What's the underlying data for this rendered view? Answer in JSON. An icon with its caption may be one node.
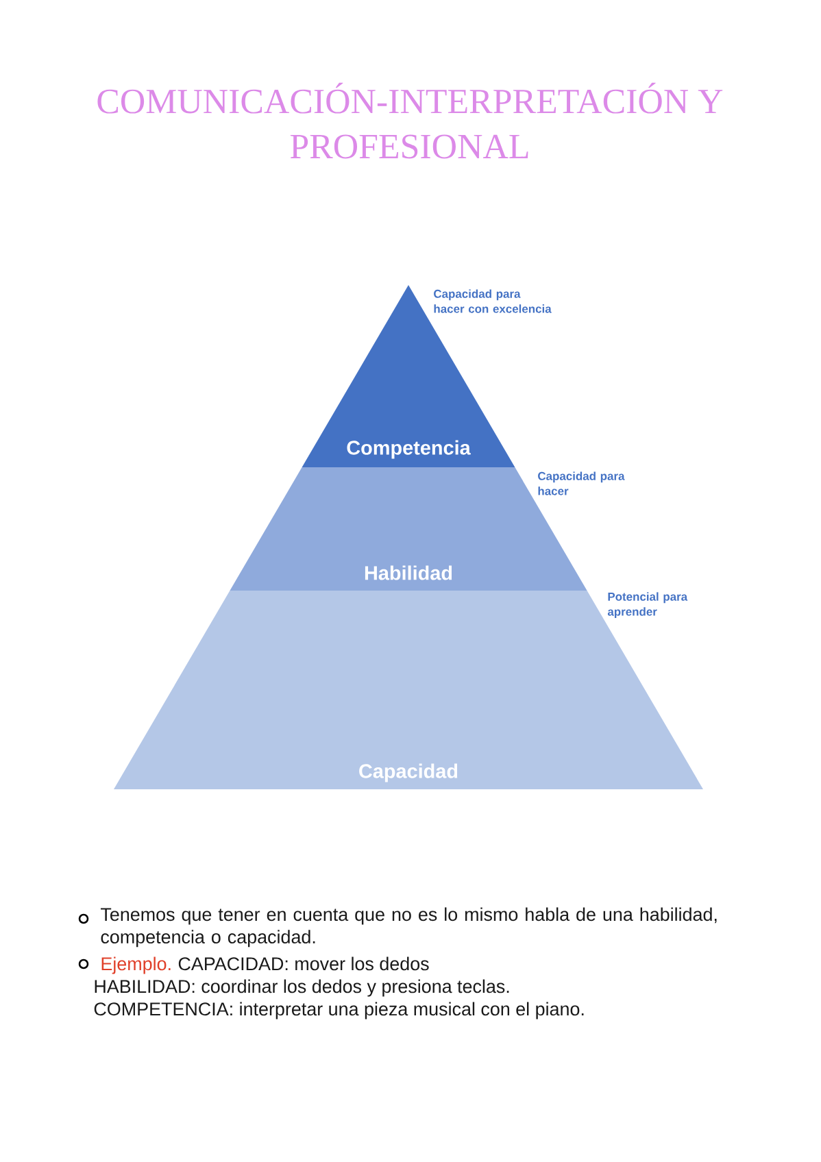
{
  "diagram": {
    "title": "COMUNICACIÓN-INTERPRETACIÓN Y PROFESIONAL",
    "nodes": [
      {
        "text": [
          "Competencia"
        ],
        "beside": [
          "Capacidad para hacer con excelencia"
        ]
      },
      {
        "text": [
          "Habilidad"
        ],
        "beside": [
          "Capacidad para hacer"
        ]
      },
      {
        "text": [
          "Capacidad"
        ],
        "beside": [
          "Potencial para aprender"
        ]
      }
    ],
    "labels": [
      "Tenemos que tener en cuenta que no es lo mismo habla de una habilidad, competencia o capacidad.",
      "Ejemplo.",
      "CAPACIDAD: mover los dedos",
      "HABILIDAD: coordinar los dedos y presiona teclas.",
      "COMPETENCIA: interpretar una pieza musical con el piano."
    ]
  }
}
